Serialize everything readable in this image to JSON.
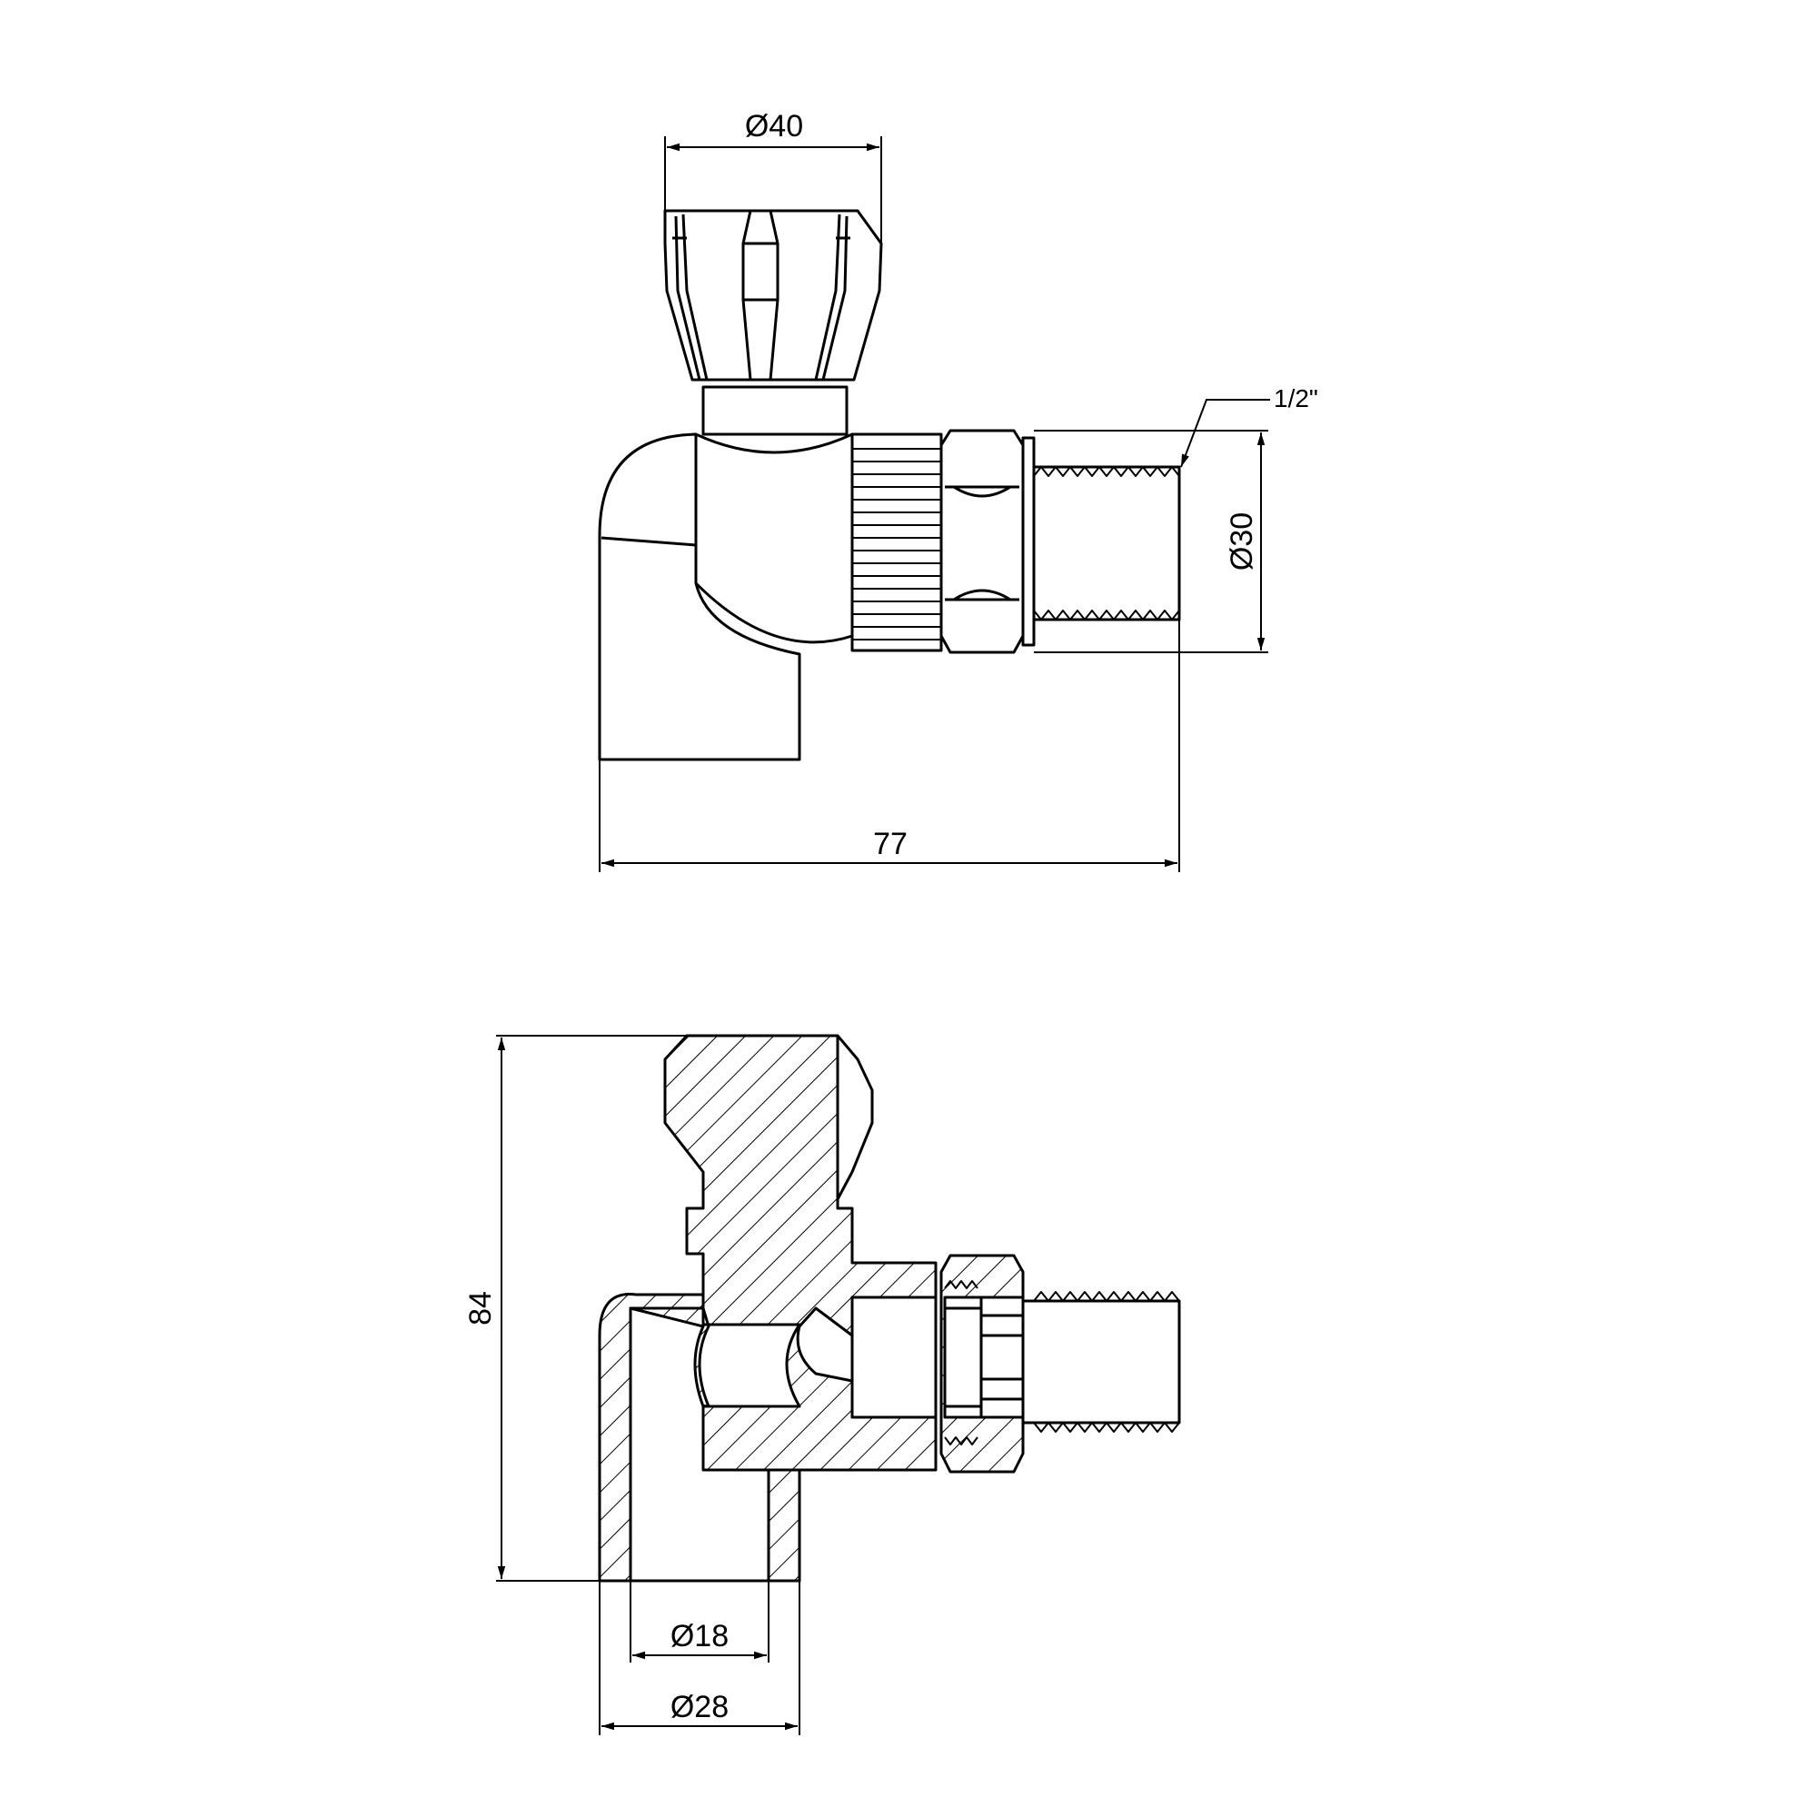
{
  "top_view": {
    "knob_diameter": "Ø40",
    "thread_size": "1/2\"",
    "union_diameter": "Ø30",
    "overall_length": "77"
  },
  "section_view": {
    "overall_height": "84",
    "inner_diameter": "Ø18",
    "outer_diameter": "Ø28"
  }
}
